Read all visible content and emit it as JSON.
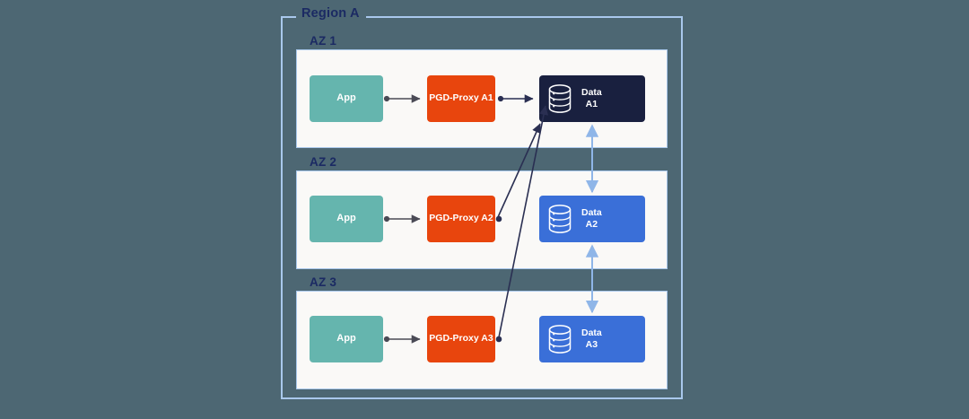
{
  "diagram": {
    "title": "Region A",
    "background_color": "#4d6773",
    "region_border_color": "#a9c8ec",
    "panel_background": "#faf9f7",
    "label_color": "#1b2a63",
    "colors": {
      "app": "#65b5ae",
      "proxy": "#e8450d",
      "data_leader": "#19203f",
      "data_follower": "#3a6fd8",
      "replication_arrow": "#8fb6e8",
      "routing_arrow": "#2a2f52",
      "local_arrow": "#4a4a55"
    }
  },
  "zones": [
    {
      "label": "AZ 1",
      "app": {
        "label": "App",
        "icon": "app-box-icon"
      },
      "proxy": {
        "label": "PGD-Proxy A1",
        "icon": "proxy-box-icon"
      },
      "data": {
        "label_line1": "Data",
        "label_line2": "A1",
        "role": "leader",
        "icon": "database-icon"
      }
    },
    {
      "label": "AZ 2",
      "app": {
        "label": "App",
        "icon": "app-box-icon"
      },
      "proxy": {
        "label": "PGD-Proxy A2",
        "icon": "proxy-box-icon"
      },
      "data": {
        "label_line1": "Data",
        "label_line2": "A2",
        "role": "follower",
        "icon": "database-icon"
      }
    },
    {
      "label": "AZ 3",
      "app": {
        "label": "App",
        "icon": "app-box-icon"
      },
      "proxy": {
        "label": "PGD-Proxy A3",
        "icon": "proxy-box-icon"
      },
      "data": {
        "label_line1": "Data",
        "label_line2": "A3",
        "role": "follower",
        "icon": "database-icon"
      }
    }
  ],
  "connections": [
    {
      "from": "App AZ 1",
      "to": "PGD-Proxy A1",
      "style": "solid-arrow"
    },
    {
      "from": "App AZ 2",
      "to": "PGD-Proxy A2",
      "style": "solid-arrow"
    },
    {
      "from": "App AZ 3",
      "to": "PGD-Proxy A3",
      "style": "solid-arrow"
    },
    {
      "from": "PGD-Proxy A1",
      "to": "Data A1",
      "style": "solid-arrow"
    },
    {
      "from": "PGD-Proxy A2",
      "to": "Data A1",
      "style": "solid-arrow"
    },
    {
      "from": "PGD-Proxy A3",
      "to": "Data A1",
      "style": "solid-arrow"
    },
    {
      "from": "Data A1",
      "to": "Data A2",
      "style": "double-arrow-replication"
    },
    {
      "from": "Data A2",
      "to": "Data A3",
      "style": "double-arrow-replication"
    }
  ]
}
